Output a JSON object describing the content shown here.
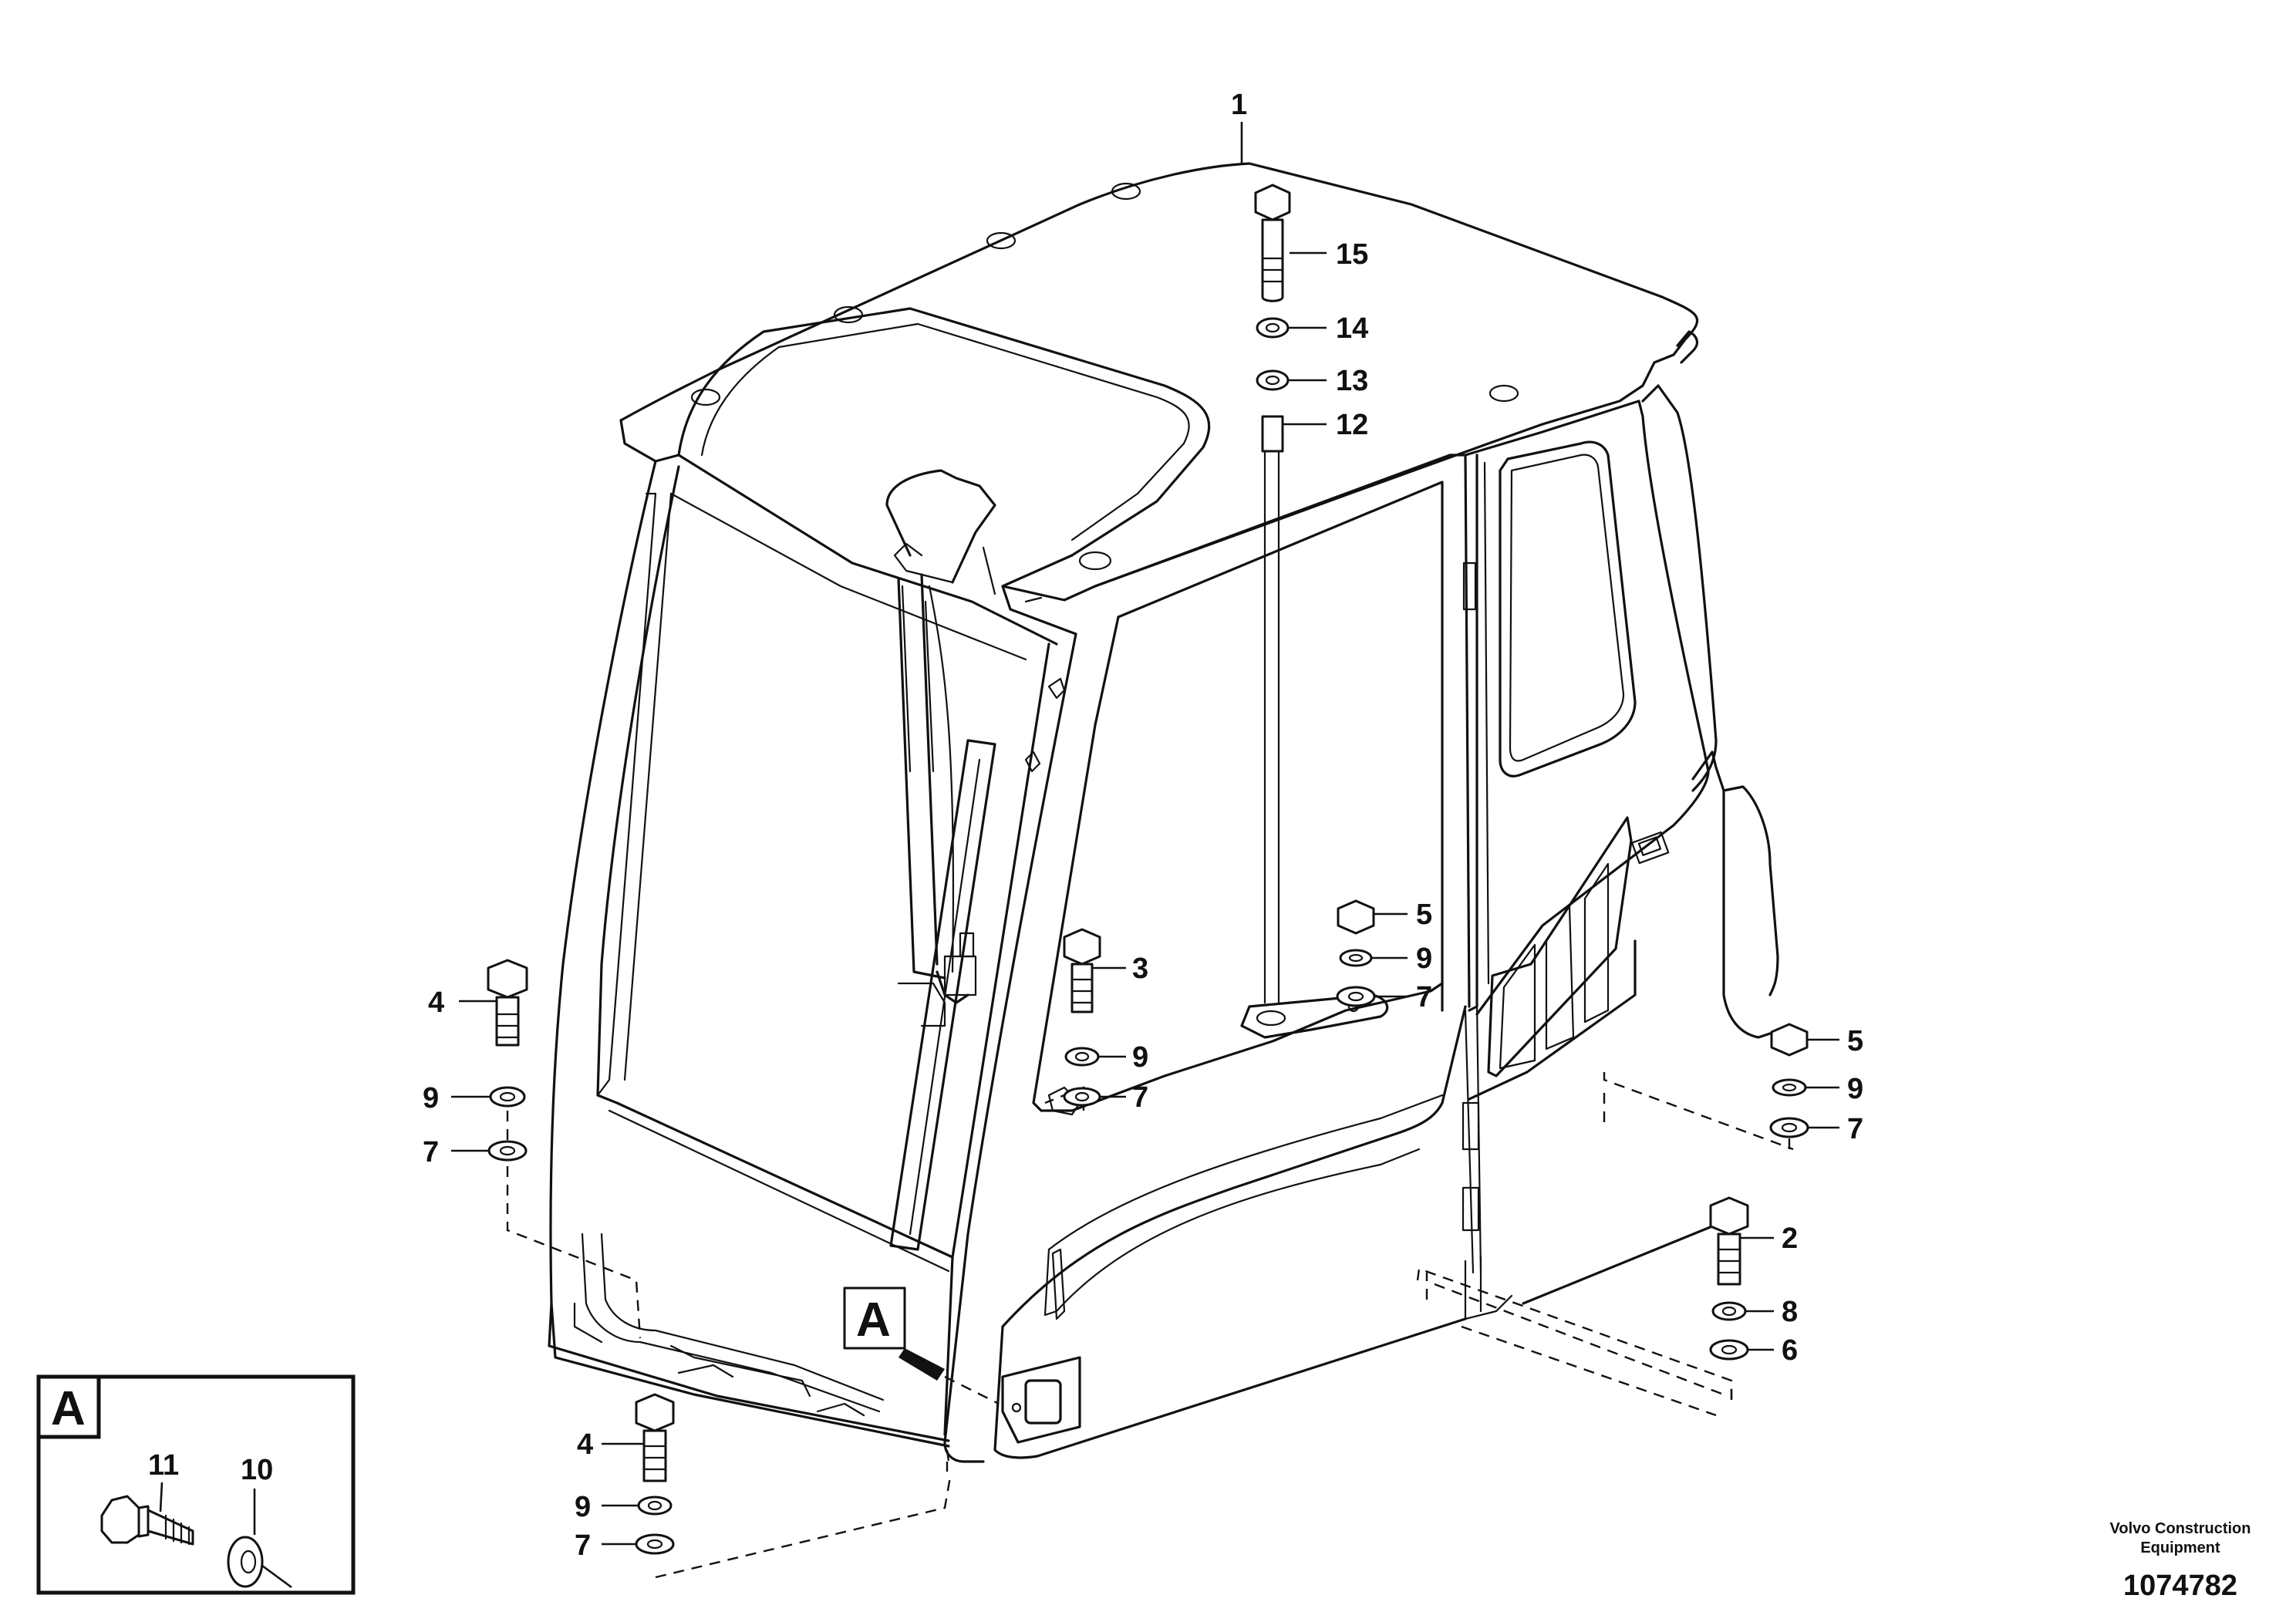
{
  "labels": {
    "l1": "1",
    "l2": "2",
    "l3": "3",
    "l4a": "4",
    "l4b": "4",
    "l5a": "5",
    "l5b": "5",
    "l6": "6",
    "l7a": "7",
    "l7b": "7",
    "l7c": "7",
    "l7d": "7",
    "l7e": "7",
    "l8": "8",
    "l9a": "9",
    "l9b": "9",
    "l9c": "9",
    "l9d": "9",
    "l9e": "9",
    "l10": "10",
    "l11": "11",
    "l12": "12",
    "l13": "13",
    "l14": "14",
    "l15": "15"
  },
  "callout": {
    "main": "A",
    "inset": "A"
  },
  "footer": {
    "brand_line1": "Volvo Construction",
    "brand_line2": "Equipment",
    "drawing_number": "1074782"
  }
}
